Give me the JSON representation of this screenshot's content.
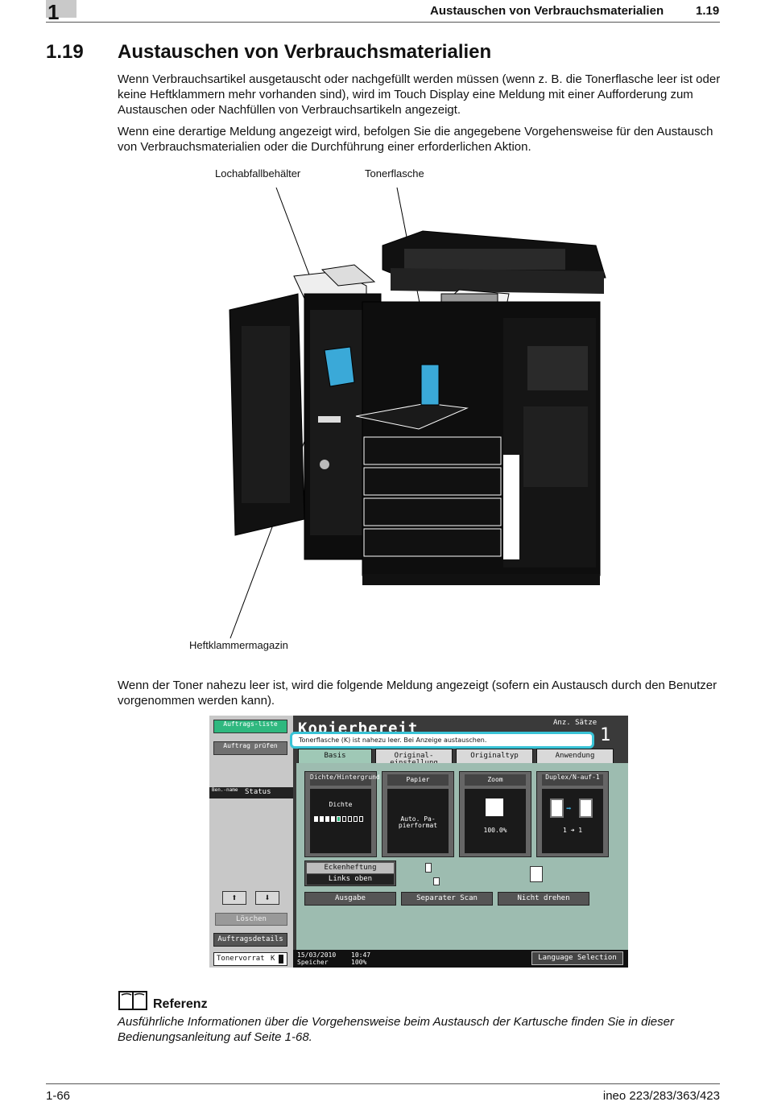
{
  "header": {
    "chapter": "1",
    "running_title": "Austauschen von Verbrauchsmaterialien",
    "section_ref": "1.19"
  },
  "section": {
    "number": "1.19",
    "title": "Austauschen von Verbrauchsmaterialien"
  },
  "body": {
    "para1": "Wenn Verbrauchsartikel ausgetauscht oder nachgefüllt werden müssen (wenn z. B. die Tonerflasche leer ist oder keine Heftklammern mehr vorhanden sind), wird im Touch Display eine Meldung mit einer Aufforderung zum Austauschen oder Nachfüllen von Verbrauchsartikeln angezeigt.",
    "para2": "Wenn eine derartige Meldung angezeigt wird, befolgen Sie die angegebene Vorgehensweise für den Austausch von Verbrauchsmaterialien oder die Durchführung einer erforderlichen Aktion.",
    "para3": "Wenn der Toner nahezu leer ist, wird die folgende Meldung angezeigt (sofern ein Austausch durch den Benutzer vorgenommen werden kann)."
  },
  "figure": {
    "label_lochabfall": "Lochabfallbehälter",
    "label_toner": "Tonerflasche",
    "label_heft": "Heftklammermagazin",
    "highlight_color": "#3aa9d8"
  },
  "panel": {
    "btn_auftragsliste": "Auftrags-liste",
    "btn_auftrag_pruefen": "Auftrag prüfen",
    "col_name": "Ben.-name",
    "col_status": "Status",
    "btn_loeschen": "Löschen",
    "btn_auftragsdetails": "Auftragsdetails",
    "tonervorrat": "Tonervorrat",
    "tonervorrat_color": "K",
    "title": "Kopierbereit",
    "anz_saetze_label": "Anz. Sätze",
    "anz_saetze_value": "1",
    "message": "Tonerflasche (K) ist nahezu leer. Bei Anzeige austauschen.",
    "tabs": [
      "Basis",
      "Original-einstellung",
      "Originaltyp",
      "Anwendung"
    ],
    "func_dichte_head": "Dichte/Hintergrund",
    "func_dichte_body": "Dichte",
    "func_papier_head": "Papier",
    "func_papier_body": "Auto. Pa-pierformat",
    "func_zoom_head": "Zoom",
    "func_zoom_body": "100.0%",
    "func_duplex_head": "Duplex/N-auf-1",
    "func_duplex_body": "1 ➜ 1",
    "eckenheftung": "Eckenheftung",
    "links_oben": "Links oben",
    "btn_ausgabe": "Ausgabe",
    "btn_separater_scan": "Separater Scan",
    "btn_nicht_drehen": "Nicht drehen",
    "date": "15/03/2010",
    "time": "10:47",
    "speicher_label": "Speicher",
    "speicher_value": "100%",
    "btn_language": "Language Selection",
    "accent_green": "#2fb87f",
    "highlight_cyan": "#39c3d6"
  },
  "reference": {
    "title": "Referenz",
    "text": "Ausführliche Informationen über die Vorgehensweise beim Austausch der Kartusche finden Sie in dieser Bedienungsanleitung auf Seite 1-68."
  },
  "footer": {
    "page": "1-66",
    "product": "ineo 223/283/363/423"
  }
}
